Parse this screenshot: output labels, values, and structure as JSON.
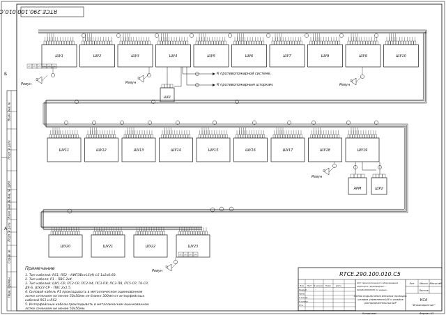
{
  "drawing": {
    "code": "RTCE.290.100.010.C5",
    "code_stamp": "RTCE.290.100.010.C5",
    "title_lines": [
      "Схема подключения внешних проводок",
      "шкафов управления ШУ и шкафов",
      "распределительных ШР"
    ],
    "org": [
      "КСА",
      "\"Инжинирингоиг\""
    ],
    "stage_headers": [
      "Лит",
      "Масса",
      "Масштаб"
    ],
    "sheet_label": "Листов",
    "sign_rows": [
      "Разраб.",
      "Пров.",
      "Т.контр.",
      "Н.контр.",
      "Утв."
    ],
    "change_headers": [
      "Изм",
      "Лист",
      "№ докум.",
      "Подп.",
      "Дата"
    ],
    "copied": "Копировал",
    "format": "Формат А3",
    "spec_lines": [
      "АСУ технологического оборудования",
      "аэропорта \"Домодедово\"...",
      "00446.000000Л0 пл дарши..."
    ]
  },
  "side_stamp": [
    "Взам. инв. №",
    "Подп. и дата",
    "Инв. № дубл.",
    "Взам. инв. №",
    "Подп. и дата",
    "Справ. №",
    "Перв. примен."
  ],
  "cabinets": {
    "row1": [
      "ШУ1",
      "ШУ2",
      "ШУ3",
      "ШУ4",
      "ШУ5",
      "ШУ6",
      "ШУ7",
      "ШУ8",
      "ШУ9",
      "ШУ10"
    ],
    "row2": [
      "ШУ11",
      "ШУ12",
      "ШУ13",
      "ШУ14",
      "ШУ15",
      "ШУ16",
      "ШУ17",
      "ШУ18",
      "ШУ19"
    ],
    "row3": [
      "ШУ20",
      "ШУ21",
      "ШУ22",
      "ШУ23"
    ],
    "dist": "ШР1",
    "arm": "АРМ",
    "sr2": "ШР2"
  },
  "rebun": "Ревун",
  "ext": {
    "fire_system": "К противопожарной системе.",
    "fire_damper": "К противопожарным шторкам."
  },
  "notes": {
    "title": "Примечание",
    "items": [
      "1.   Тип кабелей: RS1, RS2 – КИПЭВнгLS(А)-LS 1х2х0.60.",
      "2.   Тип кабеля: Р1 – ПВС 2х4.",
      "3.   Тип кабелей: ШУ1-СР, ПС2-СР, ПС2-Х4, ПС3-ПЯ, ПС3-ПЯ, ПС5-СР, Т6-СР,",
      "      Д4-Б, ШУ23-СР – ПВС 2х1.5.",
      "4.   Силовой кабель Р1 прокладывать в металлическом оцинкованном",
      "      лотке сечением не менее 50х50мм не ближе 300мм от интерфейсных",
      "      кабелей RS1 и RS2",
      "5.   Интерфейсные кабели прокладывать в металлическом оцинкованном",
      "      лотке сечением не менее 50х50мм."
    ]
  },
  "terminal_tags": [
    "ХТ1",
    "ХТ2",
    "ХТ3",
    "ХТ4",
    "ХТ5",
    "ХТ6"
  ],
  "zone_letters": [
    "Б",
    "А"
  ]
}
